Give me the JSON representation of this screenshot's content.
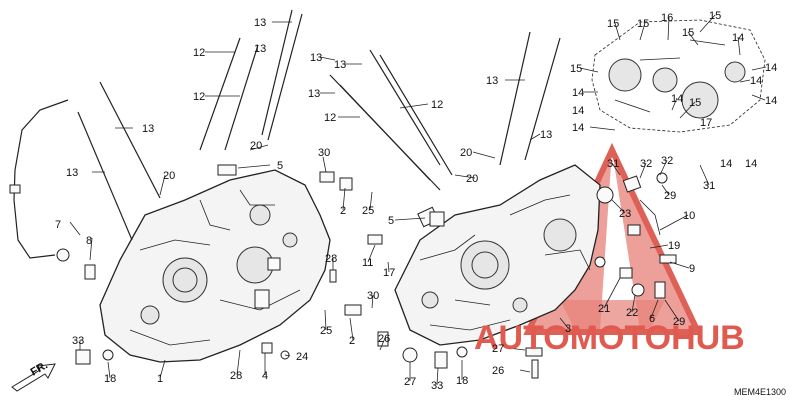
{
  "callouts": [
    {
      "text": "13"
    },
    {
      "text": "13"
    },
    {
      "text": "12"
    },
    {
      "text": "12"
    },
    {
      "text": "13"
    },
    {
      "text": "20"
    },
    {
      "text": "7"
    },
    {
      "text": "8"
    },
    {
      "text": "20"
    },
    {
      "text": "5"
    },
    {
      "text": "13"
    },
    {
      "text": "13"
    },
    {
      "text": "13"
    },
    {
      "text": "13"
    },
    {
      "text": "12"
    },
    {
      "text": "12"
    },
    {
      "text": "30"
    },
    {
      "text": "2"
    },
    {
      "text": "25"
    },
    {
      "text": "5"
    },
    {
      "text": "11"
    },
    {
      "text": "17"
    },
    {
      "text": "28"
    },
    {
      "text": "20"
    },
    {
      "text": "13"
    },
    {
      "text": "20"
    },
    {
      "text": "13"
    },
    {
      "text": "15"
    },
    {
      "text": "15"
    },
    {
      "text": "16"
    },
    {
      "text": "15"
    },
    {
      "text": "15"
    },
    {
      "text": "15"
    },
    {
      "text": "14"
    },
    {
      "text": "14"
    },
    {
      "text": "14"
    },
    {
      "text": "14"
    },
    {
      "text": "14"
    },
    {
      "text": "14"
    },
    {
      "text": "15"
    },
    {
      "text": "14"
    },
    {
      "text": "17"
    },
    {
      "text": "14"
    },
    {
      "text": "14"
    },
    {
      "text": "14"
    },
    {
      "text": "31"
    },
    {
      "text": "32"
    },
    {
      "text": "32"
    },
    {
      "text": "23"
    },
    {
      "text": "29"
    },
    {
      "text": "10"
    },
    {
      "text": "19"
    },
    {
      "text": "9"
    },
    {
      "text": "21"
    },
    {
      "text": "22"
    },
    {
      "text": "6"
    },
    {
      "text": "29"
    },
    {
      "text": "31"
    },
    {
      "text": "3"
    },
    {
      "text": "30"
    },
    {
      "text": "25"
    },
    {
      "text": "2"
    },
    {
      "text": "26"
    },
    {
      "text": "27"
    },
    {
      "text": "33"
    },
    {
      "text": "18"
    },
    {
      "text": "27"
    },
    {
      "text": "26"
    },
    {
      "text": "33"
    },
    {
      "text": "18"
    },
    {
      "text": "1"
    },
    {
      "text": "4"
    },
    {
      "text": "24"
    },
    {
      "text": "28"
    }
  ],
  "front_marker": "FR.",
  "drawing_code": "MEM4E1300",
  "watermark": {
    "text": "AUTOMOTOHUB",
    "color": "#e05a50"
  }
}
